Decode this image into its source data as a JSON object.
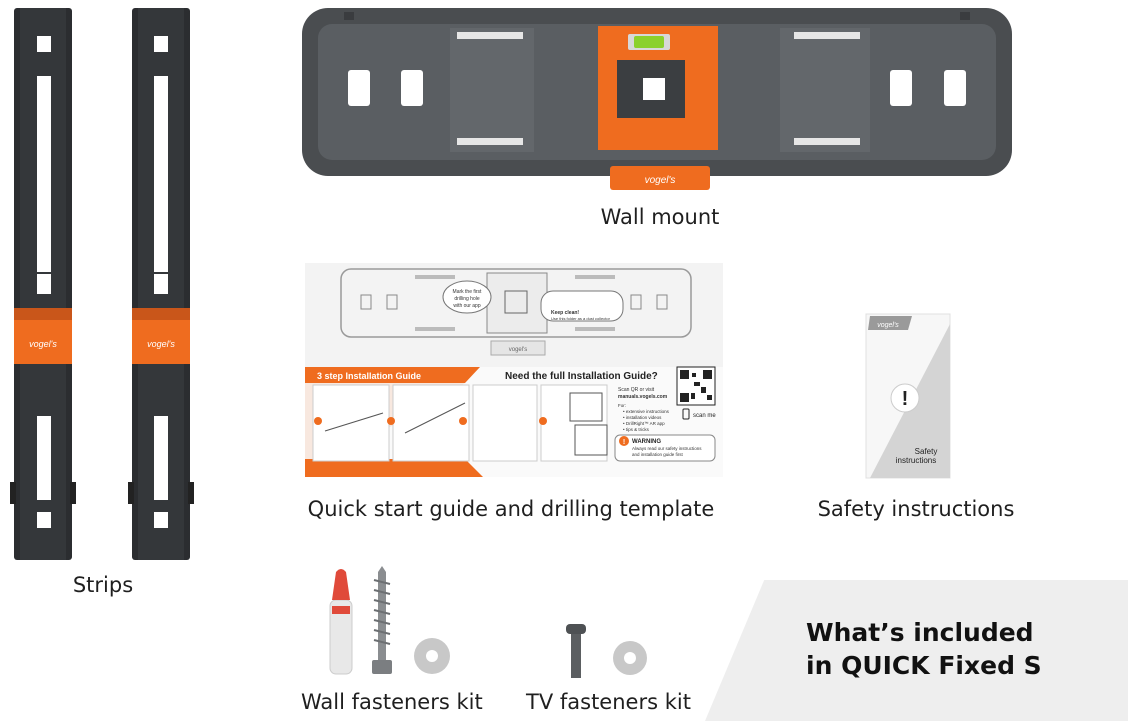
{
  "captions": {
    "wall_mount": "Wall mount",
    "strips": "Strips",
    "quick_start": "Quick start guide and drilling template",
    "safety": "Safety instructions",
    "wall_fasteners": "Wall fasteners kit",
    "tv_fasteners": "TV fasteners kit"
  },
  "headline": {
    "line1": "What’s included",
    "line2": "in QUICK Fixed S"
  },
  "brand": "vogel's",
  "guide": {
    "step_title": "3 step Installation Guide",
    "full_title": "Need the full Installation Guide?",
    "scan_text": "Scan QR or visit",
    "site": "manuals.vogels.com",
    "for_label": "For:",
    "bullet1": "• extensive instructions",
    "bullet2": "• installation videos",
    "bullet3": "• DrillRight™ AR app",
    "bullet4": "• tips & tricks",
    "scan_me": "scan me",
    "warning_title": "WARNING",
    "warning_line1": "Always read our safety instructions",
    "warning_line2": "and installation guide first",
    "callout1_line1": "Mark the first",
    "callout1_line2": "drilling hole",
    "callout1_line3": "with our app",
    "callout2_line1": "Keep clean!",
    "callout2_line2": "Use this folder as a dust collector"
  },
  "safety_card": {
    "line1": "Safety",
    "line2": "instructions"
  },
  "colors": {
    "accent_orange": "#ef6c1f",
    "dark_gray": "#4a4d50",
    "strip_black": "#2b2d30"
  }
}
